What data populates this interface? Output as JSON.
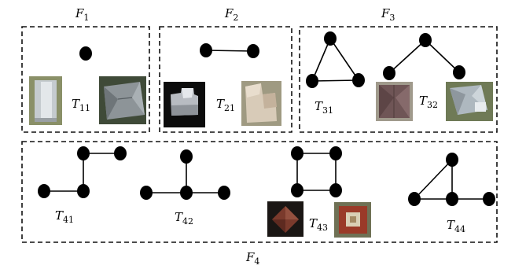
{
  "families": [
    {
      "label": "F",
      "sub": "1"
    },
    {
      "label": "F",
      "sub": "2"
    },
    {
      "label": "F",
      "sub": "3"
    },
    {
      "label": "F",
      "sub": "4"
    }
  ],
  "templates": [
    {
      "label": "T",
      "sub": "11"
    },
    {
      "label": "T",
      "sub": "21"
    },
    {
      "label": "T",
      "sub": "31"
    },
    {
      "label": "T",
      "sub": "32"
    },
    {
      "label": "T",
      "sub": "41"
    },
    {
      "label": "T",
      "sub": "42"
    },
    {
      "label": "T",
      "sub": "43"
    },
    {
      "label": "T",
      "sub": "44"
    }
  ],
  "colors": {
    "roof_gray_light": "#c9ced2",
    "roof_gray_dark": "#7e8489",
    "roof_brown": "#7a5f5e",
    "roof_red": "#8e3a2c",
    "grass": "#6f7f4a",
    "shadow": "#111111"
  }
}
